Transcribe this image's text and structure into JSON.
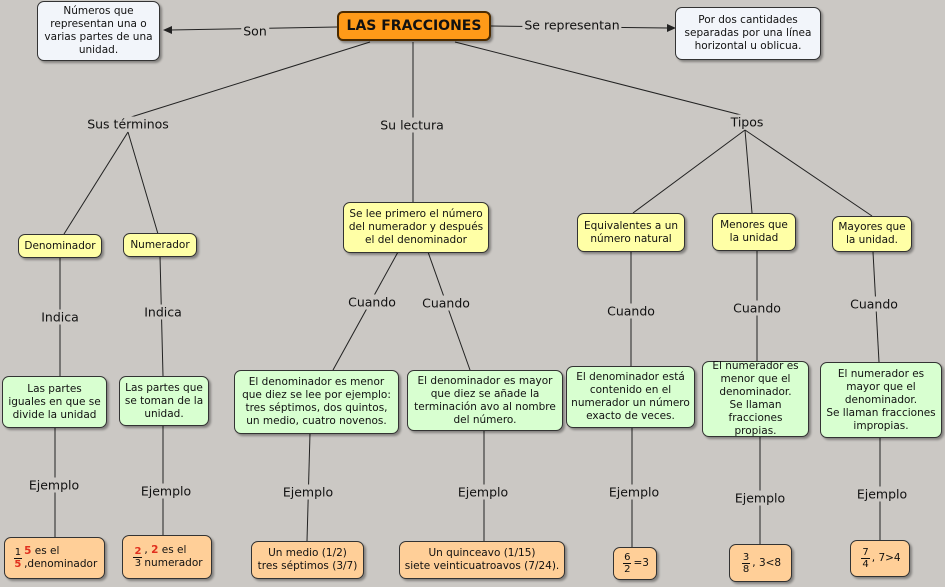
{
  "title": "LAS FRACCIONES",
  "links": {
    "son": "Son",
    "se_representan": "Se representan",
    "sus_terminos": "Sus términos",
    "su_lectura": "Su lectura",
    "tipos": "Tipos",
    "indica": "Indica",
    "cuando": "Cuando",
    "ejemplo": "Ejemplo"
  },
  "nodes": {
    "definition": "Números que representan una o varias partes de una unidad.",
    "representation": "Por dos cantidades separadas por una línea horizontal u oblicua.",
    "denominador": "Denominador",
    "numerador": "Numerador",
    "lectura_rule": "Se lee primero el número del numerador y después el del denominador",
    "equivalentes": "Equivalentes a un número natural",
    "menores": "Menores que la unidad",
    "mayores": "Mayores que la unidad.",
    "den_desc": "Las partes iguales en que se divide la unidad",
    "num_desc": "Las partes que se toman de la unidad.",
    "lectura_menor": "El denominador es menor que diez se lee por ejemplo: tres séptimos, dos quintos, un medio, cuatro novenos.",
    "lectura_mayor": "El denominador es mayor que diez se añade la terminación avo al nombre del número.",
    "equiv_desc": "El denominador está contenido en el numerador un número exacto de veces.",
    "menores_desc": "El numerador es menor que el denominador.\nSe llaman fracciones propias.",
    "mayores_desc": "El numerador es mayor que el denominador.\nSe llaman fracciones impropias."
  },
  "examples": {
    "den": {
      "num": "1",
      "den": "5",
      "highlight": "5",
      "text1": "es el",
      "text2": ",denominador"
    },
    "num": {
      "num": "2",
      "den": "3",
      "highlight": "2",
      "text1": "es el",
      "text2": "numerador",
      "sep": ","
    },
    "lectura_menor": "Un medio (1/2)\ntres séptimos (3/7)",
    "lectura_mayor": "Un quinceavo (1/15)\nsiete veinticuatroavos (7/24).",
    "equiv": {
      "num": "6",
      "den": "2",
      "rest": "=3"
    },
    "menores": {
      "num": "3",
      "den": "8",
      "rest": ", 3<8"
    },
    "mayores": {
      "num": "7",
      "den": "4",
      "rest": ", 7>4"
    }
  }
}
